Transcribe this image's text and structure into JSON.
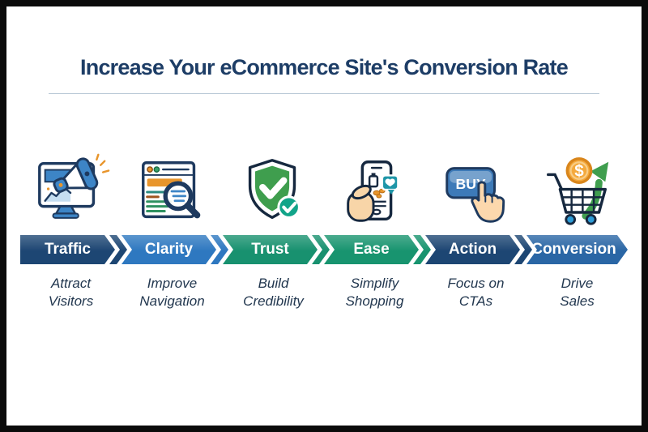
{
  "title": "Increase Your eCommerce Site's Conversion Rate",
  "steps": [
    {
      "label": "Traffic",
      "desc1": "Attract",
      "desc2": "Visitors",
      "color": "#1d4673",
      "icon": "monitor-megaphone-icon"
    },
    {
      "label": "Clarity",
      "desc1": "Improve",
      "desc2": "Navigation",
      "color": "#2e78c0",
      "icon": "webpage-magnifier-icon"
    },
    {
      "label": "Trust",
      "desc1": "Build",
      "desc2": "Credibility",
      "color": "#18916f",
      "icon": "shield-check-icon"
    },
    {
      "label": "Ease",
      "desc1": "Simplify",
      "desc2": "Shopping",
      "color": "#18946f",
      "icon": "hand-phone-icon",
      "badge": "heart-badge-icon"
    },
    {
      "label": "Action",
      "desc1": "Focus on",
      "desc2": "CTAs",
      "color": "#1d4673",
      "icon": "buy-button-click-icon",
      "buy_label": "BUY"
    },
    {
      "label": "Conversion",
      "desc1": "Drive",
      "desc2": "Sales",
      "color": "#2a66a5",
      "icon": "cart-growth-icon",
      "coin_symbol": "$"
    }
  ],
  "accent_colors": {
    "title_navy": "#1d3d66",
    "arrow_navy": "#1d4673",
    "arrow_blue": "#2e78c0",
    "arrow_green": "#18916f",
    "arrow_mid_blue": "#2a66a5",
    "orange": "#e8952c",
    "teal_badge": "#12a489",
    "divider": "#b9c9d6"
  }
}
